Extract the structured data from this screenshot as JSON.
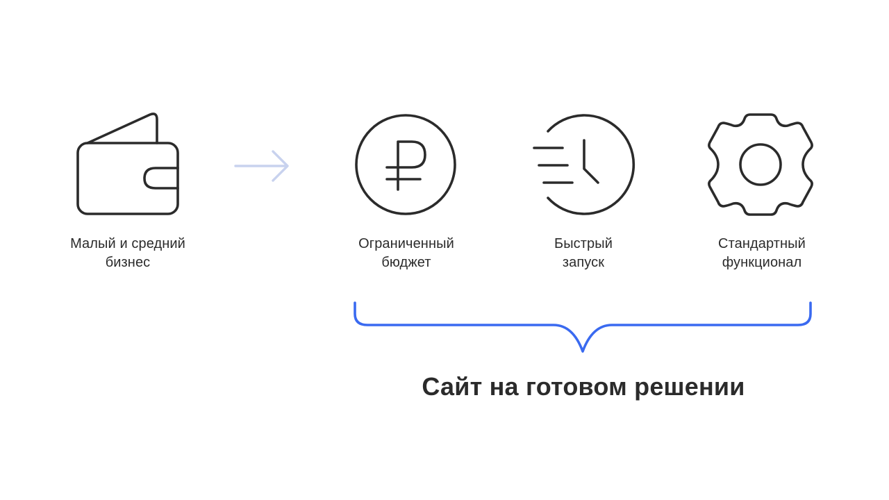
{
  "colors": {
    "icon_stroke": "#2b2b2b",
    "arrow": "#c8d2ee",
    "brace": "#3a6af0",
    "text": "#2b2b2b",
    "background": "#ffffff"
  },
  "source": {
    "icon": "wallet-icon",
    "label_line1": "Малый и средний",
    "label_line2": "бизнес"
  },
  "connector": {
    "icon": "arrow-right-icon"
  },
  "features": [
    {
      "icon": "ruble-icon",
      "label_line1": "Ограниченный",
      "label_line2": "бюджет"
    },
    {
      "icon": "fast-clock-icon",
      "label_line1": "Быстрый",
      "label_line2": "запуск"
    },
    {
      "icon": "gear-icon",
      "label_line1": "Стандартный",
      "label_line2": "функционал"
    }
  ],
  "result": {
    "title": "Сайт на готовом решении"
  }
}
